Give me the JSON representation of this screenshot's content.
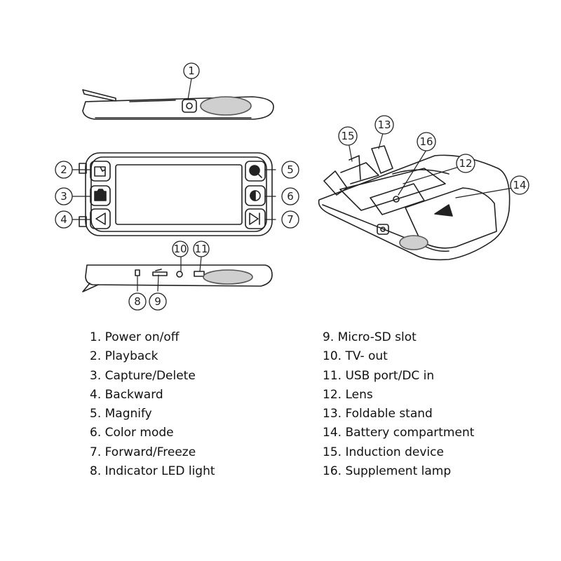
{
  "callouts": [
    "1",
    "2",
    "3",
    "4",
    "5",
    "6",
    "7",
    "8",
    "9",
    "10",
    "11",
    "12",
    "13",
    "14",
    "15",
    "16"
  ],
  "legend": {
    "left": [
      "1. Power on/off",
      "2. Playback",
      "3. Capture/Delete",
      "4. Backward",
      "5. Magnify",
      "6. Color mode",
      "7. Forward/Freeze",
      "8. Indicator LED light"
    ],
    "right": [
      "9. Micro-SD slot",
      "10. TV- out",
      "11. USB port/DC in",
      "12. Lens",
      "13. Foldable stand",
      "14. Battery compartment",
      "15. Induction device",
      "16. Supplement lamp"
    ]
  },
  "colors": {
    "line": "#222222",
    "body_gray": "#dcdcdc",
    "background": "#ffffff"
  }
}
